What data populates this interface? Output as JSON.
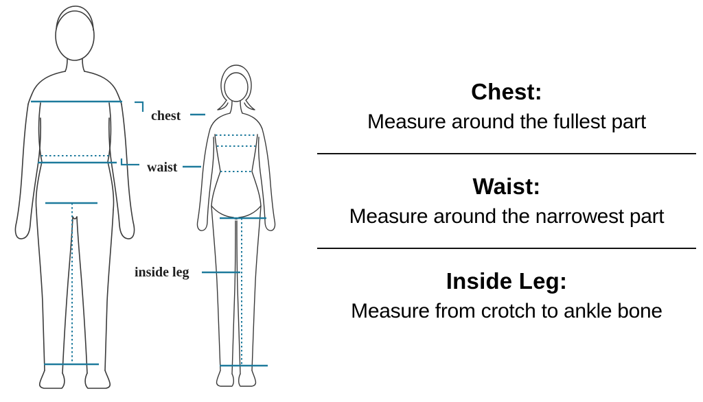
{
  "diagram": {
    "labels": {
      "chest": "chest",
      "waist": "waist",
      "inside_leg": "inside leg"
    },
    "colors": {
      "measurement_line": "#1d7a9c",
      "body_outline": "#3a3a3a",
      "divider": "#111111",
      "text": "#000000",
      "background": "#ffffff"
    }
  },
  "instructions": {
    "sections": [
      {
        "heading": "Chest:",
        "text": "Measure around the fullest part"
      },
      {
        "heading": "Waist:",
        "text": "Measure around the narrowest part"
      },
      {
        "heading": "Inside Leg:",
        "text": "Measure from crotch to ankle bone"
      }
    ]
  }
}
